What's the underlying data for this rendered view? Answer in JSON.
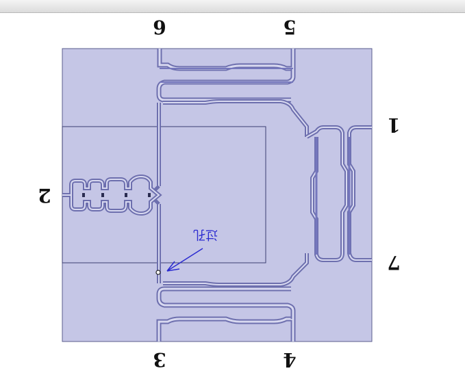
{
  "ports": {
    "p1": "1",
    "p2": "2",
    "p3": "3",
    "p4": "4",
    "p5": "5",
    "p6": "6",
    "p7": "7"
  },
  "annotation": {
    "via_label": "过孔"
  },
  "colors": {
    "substrate": "#c5c6e6",
    "trace_outline": "#6d6fae",
    "trace_fill": "#d8d9f0",
    "trace_dark": "#7577bd",
    "annotation": "#2a2ad0"
  }
}
